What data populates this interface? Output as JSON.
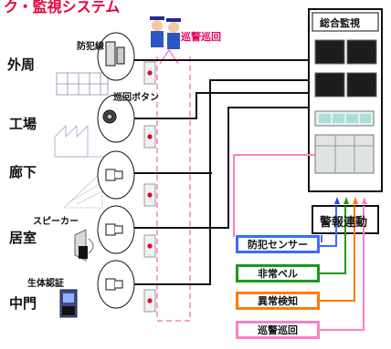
{
  "title_partial": "ク・監視システム",
  "patrol_label": "巡警巡回",
  "monitor": {
    "title": "総合監視"
  },
  "areas": [
    {
      "label": "外周",
      "sensor_label": "防犯線"
    },
    {
      "label": "工場",
      "sensor_label": "巡回ボタン"
    },
    {
      "label": "廊下",
      "sensor_label": ""
    },
    {
      "label": "居室",
      "sensor_label": "スピーカー"
    },
    {
      "label": "中門",
      "sensor_label": "生体認証"
    }
  ],
  "alarm": {
    "title": "警報連動"
  },
  "legend": [
    {
      "label": "防犯センサー",
      "color": "#3a6bff"
    },
    {
      "label": "非常ベル",
      "color": "#1a9a1a"
    },
    {
      "label": "異常検知",
      "color": "#ff7a00"
    },
    {
      "label": "巡警巡回",
      "color": "#ff7fc0"
    }
  ],
  "colors": {
    "line": "#111111",
    "patrol": "#e60060",
    "button_red": "#e8002a"
  }
}
